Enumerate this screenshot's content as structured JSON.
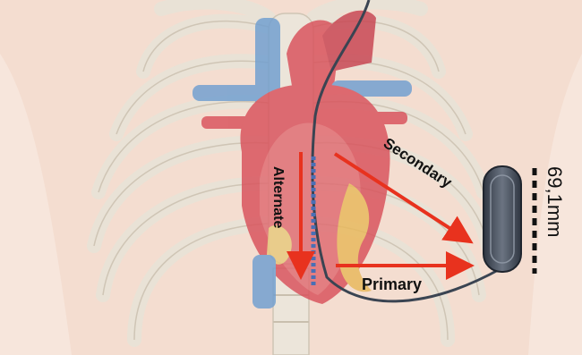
{
  "labels": {
    "primary": "Primary",
    "secondary": "Secondary",
    "alternate": "Alternate",
    "measurement": "69,1mm"
  },
  "colors": {
    "skin": "#f4ddd0",
    "bone": "#e9e2d6",
    "bone_outline": "#c9bfae",
    "heart_red": "#d9505a",
    "vessel_blue": "#6f9ed0",
    "arrow_red": "#e8321e",
    "device": "#4b5563",
    "lead": "#3a4452"
  },
  "icons": {
    "device": "icd-generator-icon",
    "heart": "heart-icon",
    "ribcage": "ribcage-icon"
  }
}
